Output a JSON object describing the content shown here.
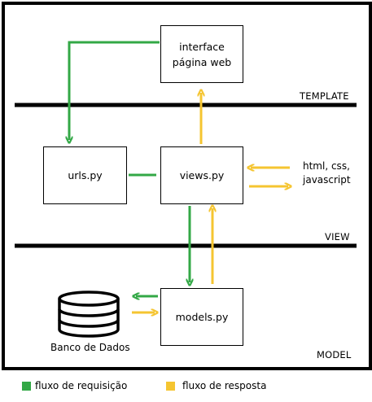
{
  "diagram": {
    "boxes": {
      "interface": "interface\npágina web",
      "urls": "urls.py",
      "views": "views.py",
      "models": "models.py"
    },
    "layers": {
      "template": "TEMPLATE",
      "view": "VIEW",
      "model": "MODEL"
    },
    "side_label": "html, css,\njavascript",
    "database_label": "Banco de Dados"
  },
  "legend": {
    "request": {
      "label": "fluxo de requisição",
      "color": "#33a846"
    },
    "response": {
      "label": "fluxo de resposta",
      "color": "#f5c531"
    }
  }
}
